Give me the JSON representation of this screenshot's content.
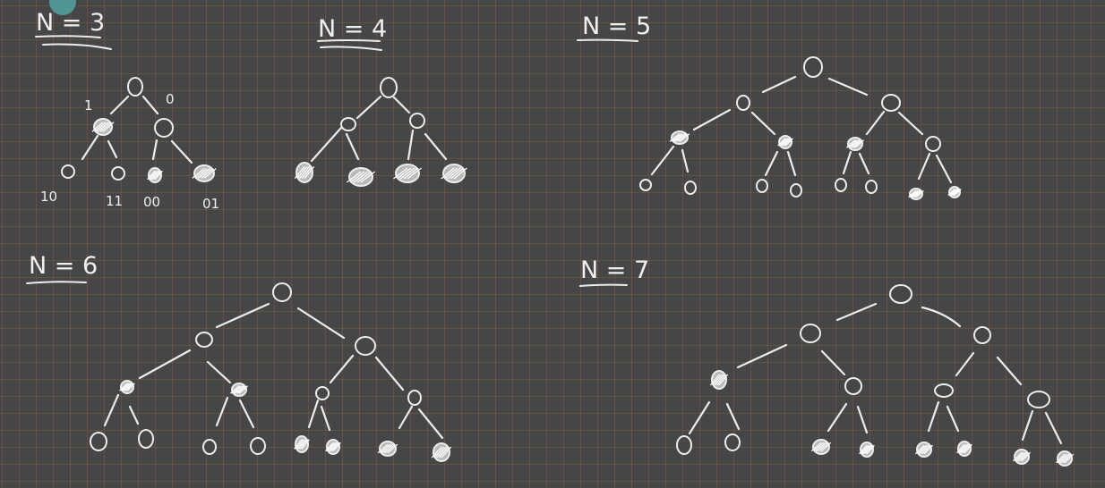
{
  "diagrams": [
    {
      "title": "N = 3",
      "edge_labels": [
        "1",
        "0"
      ],
      "leaf_labels": [
        "10",
        "11",
        "00",
        "01"
      ]
    },
    {
      "title": "N = 4"
    },
    {
      "title": "N = 5"
    },
    {
      "title": "N = 6"
    },
    {
      "title": "N = 7"
    }
  ],
  "node_legend": {
    "empty": "open circle",
    "filled": "shaded circle"
  },
  "colors": {
    "board": "#464646",
    "grid": "#7a5a44",
    "chalk": "#ececec",
    "cursor_dot": "#4f9591"
  }
}
